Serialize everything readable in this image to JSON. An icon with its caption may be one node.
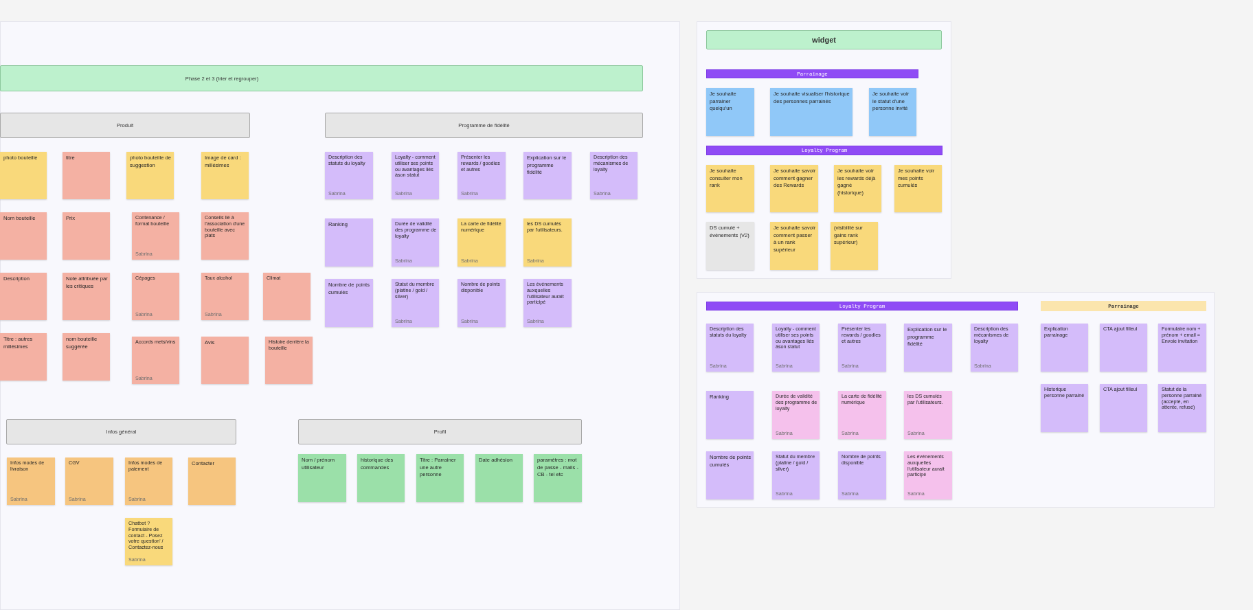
{
  "diagram": {
    "nodes": [
      {
        "text": [],
        "shape": "box"
      },
      {
        "text": [
          "Phase 2 et 3 (trier et regrouper)"
        ],
        "in": 0
      },
      {
        "text": [
          "Produit"
        ],
        "in": 0
      },
      {
        "text": [
          "photo bouteille"
        ],
        "in": 0
      },
      {
        "text": [
          "titre"
        ],
        "in": 0
      },
      {
        "text": [
          "photo bouteille de suggestion"
        ],
        "in": 0
      },
      {
        "text": [
          "Image de card : millésimes"
        ],
        "in": 0
      },
      {
        "text": [
          "Nom bouteille"
        ],
        "in": 0
      },
      {
        "text": [
          "Prix"
        ],
        "in": 0
      },
      {
        "text": [
          "Contenance / format bouteille",
          "Sabrina"
        ],
        "in": 0
      },
      {
        "text": [
          "Conseils lié à l'association d'une bouteille avec plats"
        ],
        "in": 0
      },
      {
        "text": [
          "Description"
        ],
        "in": 0
      },
      {
        "text": [
          "Note attribuée par les critiques"
        ],
        "in": 0
      },
      {
        "text": [
          "Cépages",
          "Sabrina"
        ],
        "in": 0
      },
      {
        "text": [
          "Taux alcohol",
          "Sabrina"
        ],
        "in": 0
      },
      {
        "text": [
          "Climat"
        ],
        "in": 0
      },
      {
        "text": [
          "Titre : autres millésimes"
        ],
        "in": 0
      },
      {
        "text": [
          "nom bouteille suggérée"
        ],
        "in": 0
      },
      {
        "text": [
          "Accords mets/vins",
          "Sabrina"
        ],
        "in": 0
      },
      {
        "text": [
          "Avis"
        ],
        "in": 0
      },
      {
        "text": [
          "Histoire derrière la bouteille"
        ],
        "in": 0
      },
      {
        "text": [
          "Programme de fidélité"
        ],
        "in": 0
      },
      {
        "text": [
          "Description des statuts du loyalty",
          "Sabrina"
        ],
        "in": 0
      },
      {
        "text": [
          "Loyalty - comment utiliser ses points ou avantages liés àson statut",
          "Sabrina"
        ],
        "in": 0
      },
      {
        "text": [
          "Présenter les rewards / goodies et autres",
          "Sabrina"
        ],
        "in": 0
      },
      {
        "text": [
          "Explication sur le programme fidélité"
        ],
        "in": 0
      },
      {
        "text": [
          "Description des mécanismes de loyalty",
          "Sabrina"
        ],
        "in": 0
      },
      {
        "text": [
          "Ranking"
        ],
        "in": 0
      },
      {
        "text": [
          "Durée de validité des programme de loyalty",
          "Sabrina"
        ],
        "in": 0
      },
      {
        "text": [
          "La carte de fidélité numérique",
          "Sabrina"
        ],
        "in": 0
      },
      {
        "text": [
          "les DS cumulés par l'utilisateurs.",
          "Sabrina"
        ],
        "in": 0
      },
      {
        "text": [
          "Nombre de points cumulés"
        ],
        "in": 0
      },
      {
        "text": [
          "Statut du membre (platine / gold / silver)",
          "Sabrina"
        ],
        "in": 0
      },
      {
        "text": [
          "Nombre de points disponible",
          "Sabrina"
        ],
        "in": 0
      },
      {
        "text": [
          "Les événements auxquelles l'utilisateur aurait participé",
          "Sabrina"
        ],
        "in": 0
      },
      {
        "text": [
          "Infos général"
        ],
        "in": 0
      },
      {
        "text": [
          "Infos modes de livraison",
          "Sabrina"
        ],
        "in": 0
      },
      {
        "text": [
          "CGV",
          "Sabrina"
        ],
        "in": 0
      },
      {
        "text": [
          "Infos modes de paiement",
          "Sabrina"
        ],
        "in": 0
      },
      {
        "text": [
          "Contacter"
        ],
        "in": 0
      },
      {
        "text": [
          "Chatbot ? Formulaire de contact - Posez votre question' / Contactez-nous",
          "Sabrina"
        ],
        "in": 0
      },
      {
        "text": [
          "Profil"
        ],
        "in": 0
      },
      {
        "text": [
          "Nom / prénom utilisateur"
        ],
        "in": 0
      },
      {
        "text": [
          "historique des commandes"
        ],
        "in": 0
      },
      {
        "text": [
          "Titre : Parrainer une autre personne"
        ],
        "in": 0
      },
      {
        "text": [
          "Date adhésion"
        ],
        "in": 0
      },
      {
        "text": [
          "paramètres : mot de passe - mails - CB - tel etc"
        ],
        "in": 0
      },
      {
        "text": [],
        "shape": "box"
      },
      {
        "text": [
          "widget"
        ],
        "in": 47
      },
      {
        "text": [
          "Parrainage"
        ],
        "in": 47
      },
      {
        "text": [
          "Je souhaite parrainer quelqu'un"
        ],
        "in": 47
      },
      {
        "text": [
          "Je souhaite visualiser l'historique des personnes parrainés"
        ],
        "in": 47
      },
      {
        "text": [
          "Je souhaite voir le statut d'une personne invité"
        ],
        "in": 47
      },
      {
        "text": [
          "Loyalty Program"
        ],
        "in": 47
      },
      {
        "text": [
          "Je souhaite consulter mon rank"
        ],
        "in": 47
      },
      {
        "text": [
          "Je souhaite savoir comment gagner des Rewards"
        ],
        "in": 47
      },
      {
        "text": [
          "Je souhaite voir les rewards déjà gagné (historique)"
        ],
        "in": 47
      },
      {
        "text": [
          "Je souhaite voir mes points cumulés"
        ],
        "in": 47
      },
      {
        "text": [
          "DS cumulé + évènements (V2)"
        ],
        "in": 47
      },
      {
        "text": [
          "Je souhaite savoir comment passer à un rank supérieur"
        ],
        "in": 47
      },
      {
        "text": [
          "(visibilité sur gains rank supérieur)"
        ],
        "in": 47
      },
      {
        "text": [],
        "shape": "box"
      },
      {
        "text": [
          "Loyalty Program"
        ],
        "in": 61
      },
      {
        "text": [
          "Description des statuts du loyalty",
          "Sabrina"
        ],
        "in": 61
      },
      {
        "text": [
          "Loyalty - comment utiliser ses points ou avantages liés àson statut",
          "Sabrina"
        ],
        "in": 61
      },
      {
        "text": [
          "Présenter les rewards / goodies et autres",
          "Sabrina"
        ],
        "in": 61
      },
      {
        "text": [
          "Explication sur le programme fidélité"
        ],
        "in": 61
      },
      {
        "text": [
          "Description des mécanismes de loyalty",
          "Sabrina"
        ],
        "in": 61
      },
      {
        "text": [
          "Ranking"
        ],
        "in": 61
      },
      {
        "text": [
          "Durée de validité des programme de loyalty",
          "Sabrina"
        ],
        "in": 61
      },
      {
        "text": [
          "La carte de fidélité numérique",
          "Sabrina"
        ],
        "in": 61
      },
      {
        "text": [
          "les DS cumulés par l'utilisateurs.",
          "Sabrina"
        ],
        "in": 61
      },
      {
        "text": [
          "Nombre de points cumulés"
        ],
        "in": 61
      },
      {
        "text": [
          "Statut du membre (platine / gold / silver)",
          "Sabrina"
        ],
        "in": 61
      },
      {
        "text": [
          "Nombre de points disponible",
          "Sabrina"
        ],
        "in": 61
      },
      {
        "text": [
          "Les événements auxquelles l'utilisateur aurait participé",
          "Sabrina"
        ],
        "in": 61
      },
      {
        "text": [
          "Parrainage"
        ],
        "in": 61
      },
      {
        "text": [
          "Explication parrainage"
        ],
        "in": 61
      },
      {
        "text": [
          "CTA ajout filleul"
        ],
        "in": 61
      },
      {
        "text": [
          "Formulaire nom + prénom + email = Envoie invitation"
        ],
        "in": 61
      },
      {
        "text": [
          "Historique personne parrainé"
        ],
        "in": 61
      },
      {
        "text": [
          "CTA ajout filleul"
        ],
        "in": 61
      },
      {
        "text": [
          "Statut de la personne parrainé (accepté, en attente, refusé)"
        ],
        "in": 61
      }
    ]
  }
}
